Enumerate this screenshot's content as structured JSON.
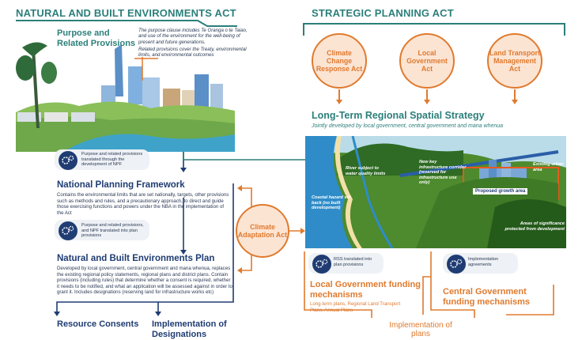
{
  "nbe": {
    "title": "NATURAL AND BUILT ENVIRONMENTS ACT",
    "purpose_heading": "Purpose and Related Provisions",
    "purpose_text_1": "The purpose clause includes Te Oranga o te Taiao, and use of the environment for the well-being of present and future generations.",
    "purpose_text_2": "Related provisions cover the Treaty, environmental limits, and environmental outcomes",
    "purpose_note": "Purpose and related provisions translated through the development of NPF",
    "npf_heading": "National Planning Framework",
    "npf_text": "Contains the environmental limits that are set nationally, targets, other provisions such as methods and rules, and a precautionary approach, to direct and guide those exercising functions and powers under the NBA in the implementation of the Act",
    "npf_note": "Purpose and related provisions, and NPF translated into plan provisions",
    "plan_heading": "Natural and Built Environments Plan",
    "plan_text": "Developed by local government, central government and mana whenua, replaces the existing regional policy statements, regional plans and district plans. Contain provisions (including rules) that determine whether a consent is required, whether it needs to be notified, and what an application will be assessed against in order to grant it. Includes designations (reserving land for infrastructure works etc)",
    "consents": "Resource Consents",
    "designations": "Implementation of Designations"
  },
  "spa": {
    "title": "STRATEGIC PLANNING ACT",
    "circles": [
      "Climate Change Response Act",
      "Local Government Act",
      "Land Transport Management Act"
    ],
    "rss_heading": "Long-Term Regional Spatial Strategy",
    "rss_sub": "Jointly developed by local government, central government and mana whenua",
    "landscape_labels": {
      "river": "River subject to water quality limits",
      "infra": "New key infrastructure corridor (reserved for infrastructure use only)",
      "urban": "Existing urban area",
      "growth": "Proposed growth area",
      "coastal": "Coastal hazard set back (no built development)",
      "significance": "Areas of significance protected from development"
    },
    "rss_note": "RSS translated into plan provisions",
    "impl_note": "Implementation agreements",
    "lg_funding": "Local Government funding mechanisms",
    "lg_funding_sub": "Long-term plans, Regional Land Transport Plans, Annual Plans",
    "cg_funding": "Central Government funding mechanisms",
    "impl_plans": "Implementation of plans"
  },
  "caa": {
    "label": "Climate Adaptation Act"
  },
  "colors": {
    "navy": "#1f3c73",
    "teal": "#2b7f7a",
    "orange": "#e07a2e",
    "peach": "#fce4d3"
  }
}
